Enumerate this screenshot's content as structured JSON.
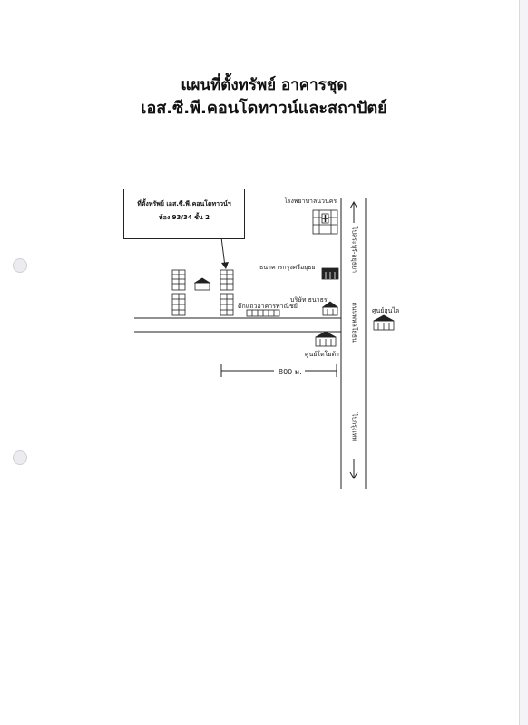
{
  "title": {
    "line1": "แผนที่ตั้งทรัพย์ อาคารชุด",
    "line2": "เอส.ซี.พี.คอนโดทาวน์และสถาปัตย์"
  },
  "callout": {
    "line1": "ที่ตั้งทรัพย์ เอส.ซี.พี.คอนโดทาวน์ฯ",
    "line2": "ห้อง 93/34 ชั้น 2"
  },
  "landmarks": {
    "hospital": "โรงพยาบาลนวนคร",
    "bank": "ธนาคารกรุงศรีอยุธยา",
    "company": "บริษัท ธนาธร",
    "shophouses": "ตึกแถวอาคารพาณิชย์",
    "toyota": "ศูนย์โตโยต้า",
    "honda": "ศูนย์ฮุนได"
  },
  "roads": {
    "main": "ถนนพหลโยธิน",
    "north": "ไปสระบุรี-อยุธยา",
    "south": "ไปกรุงเทพ"
  },
  "distance": "800 ม.",
  "colors": {
    "ink": "#222222",
    "paper": "#ffffff"
  }
}
